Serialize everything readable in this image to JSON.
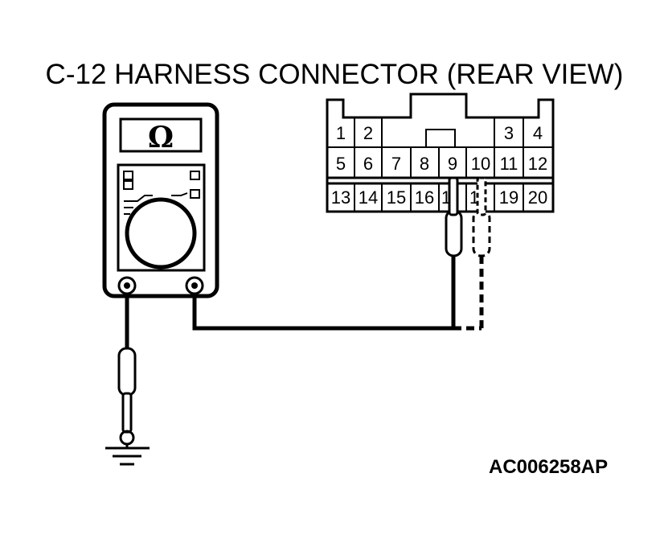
{
  "title": "C-12 HARNESS CONNECTOR (REAR VIEW)",
  "figure_code": "AC006258AP",
  "meter": {
    "display_symbol": "Ω",
    "icon": "ohmmeter-icon"
  },
  "connector": {
    "row1": [
      "1",
      "2",
      "3",
      "4"
    ],
    "row2": [
      "5",
      "6",
      "7",
      "8",
      "9",
      "10",
      "11",
      "12"
    ],
    "row3": [
      "13",
      "14",
      "15",
      "16",
      "1",
      "1",
      "19",
      "20"
    ]
  },
  "ground": {
    "icon": "ground-symbol-icon"
  }
}
